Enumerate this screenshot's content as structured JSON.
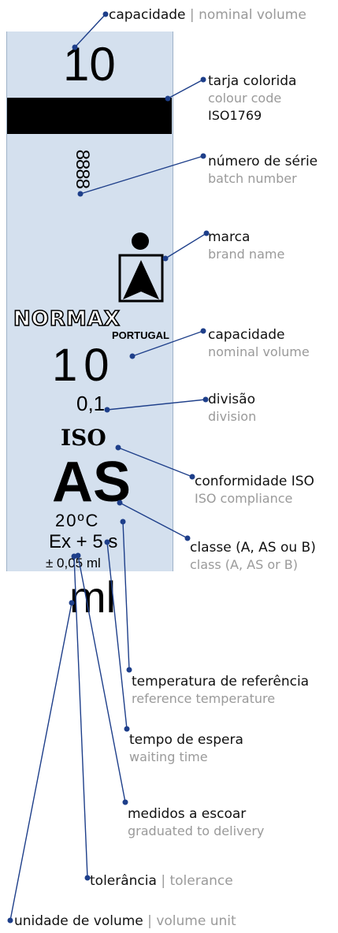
{
  "panel": {
    "top_capacity": "10",
    "batch_number": "8888",
    "brand_word": "NORMAX",
    "brand_sub": "PORTUGAL",
    "capacity": "10",
    "division": "0,1",
    "iso": "ISO",
    "class": "AS",
    "temperature": "20ºC",
    "waiting_time": "Ex + 5 s",
    "tolerance": "± 0,05 ml",
    "unit": "ml"
  },
  "colors": {
    "panel_bg": "#d4e0ee",
    "leader_line": "#1e3f8a",
    "secondary_text": "#9a9a9a"
  },
  "labels": [
    {
      "pt": "capacidade",
      "en": "nominal volume",
      "inline": true
    },
    {
      "pt": "tarja colorida",
      "en": "colour code",
      "extra": "ISO1769"
    },
    {
      "pt": "número de série",
      "en": "batch number"
    },
    {
      "pt": "marca",
      "en": "brand name"
    },
    {
      "pt": "capacidade",
      "en": "nominal volume"
    },
    {
      "pt": "divisão",
      "en": "division"
    },
    {
      "pt": "conformidade ISO",
      "en": "ISO compliance"
    },
    {
      "pt": "classe (A, AS ou B)",
      "en": "class (A, AS or B)"
    },
    {
      "pt": "temperatura de referência",
      "en": "reference temperature"
    },
    {
      "pt": "tempo de espera",
      "en": "waiting time"
    },
    {
      "pt": "medidos a escoar",
      "en": "graduated to delivery"
    },
    {
      "pt": "tolerância",
      "en": "tolerance",
      "inline": true
    },
    {
      "pt": "unidade de volume",
      "en": "volume unit",
      "inline": true
    }
  ]
}
